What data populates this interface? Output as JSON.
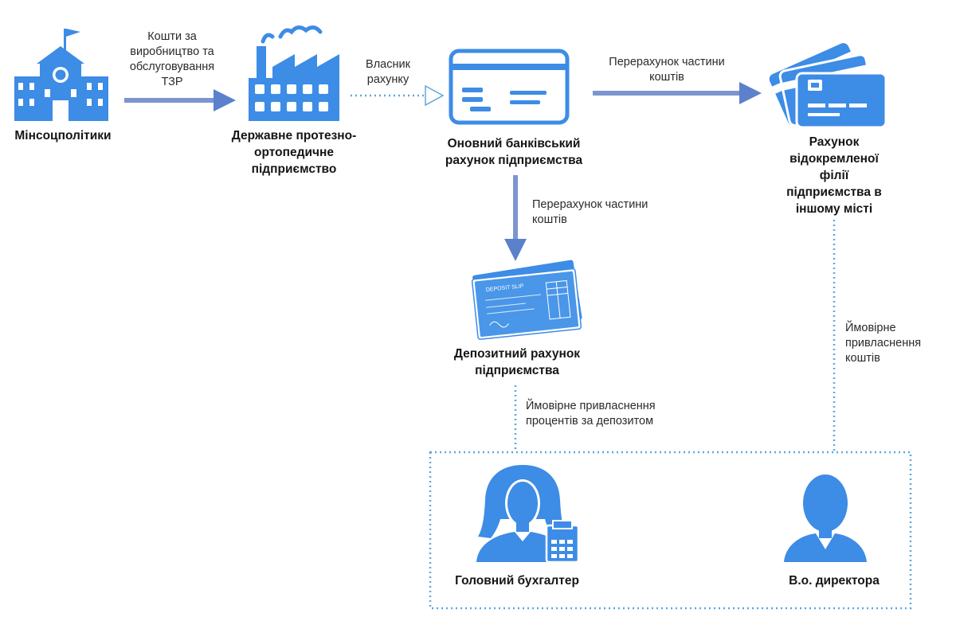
{
  "colors": {
    "icon_blue": "#3d8ce6",
    "arrow_blue": "#7c95cf",
    "dotted_blue": "#5fa7dc"
  },
  "nodes": {
    "ministry": {
      "label": "Мінсоцполітики",
      "icon": "government-building-icon"
    },
    "enterprise": {
      "label": "Державне протезно-\nортопедичне\nпідприємство",
      "icon": "factory-icon"
    },
    "main_account": {
      "label": "Оновний банківський\nрахунок підприємства",
      "icon": "bank-card-icon"
    },
    "branch_account": {
      "label": "Рахунок\nвідокремленої\nфілії\nпідприємства в\nіншому місті",
      "icon": "credit-cards-icon"
    },
    "deposit_account": {
      "label": "Депозитний рахунок\nпідприємства",
      "icon": "deposit-slip-icon"
    },
    "chief_accountant": {
      "label": "Головний бухгалтер",
      "icon": "female-accountant-icon"
    },
    "acting_director": {
      "label": "В.о. директора",
      "icon": "male-person-icon"
    }
  },
  "edges": {
    "funds_production": "Кошти за\nвиробництво та\nобслуговування\nТЗР",
    "account_owner": "Власник\nрахунку",
    "transfer_branch": "Перерахунок частини\nкоштів",
    "transfer_deposit": "Перерахунок частини\nкоштів",
    "appropriation_interest": "Ймовірне привласнення\nпроцентів за депозитом",
    "appropriation_funds": "Ймовірне\nпривласнення\nкоштів"
  },
  "deposit_slip_text": "DEPOSIT SLIP"
}
